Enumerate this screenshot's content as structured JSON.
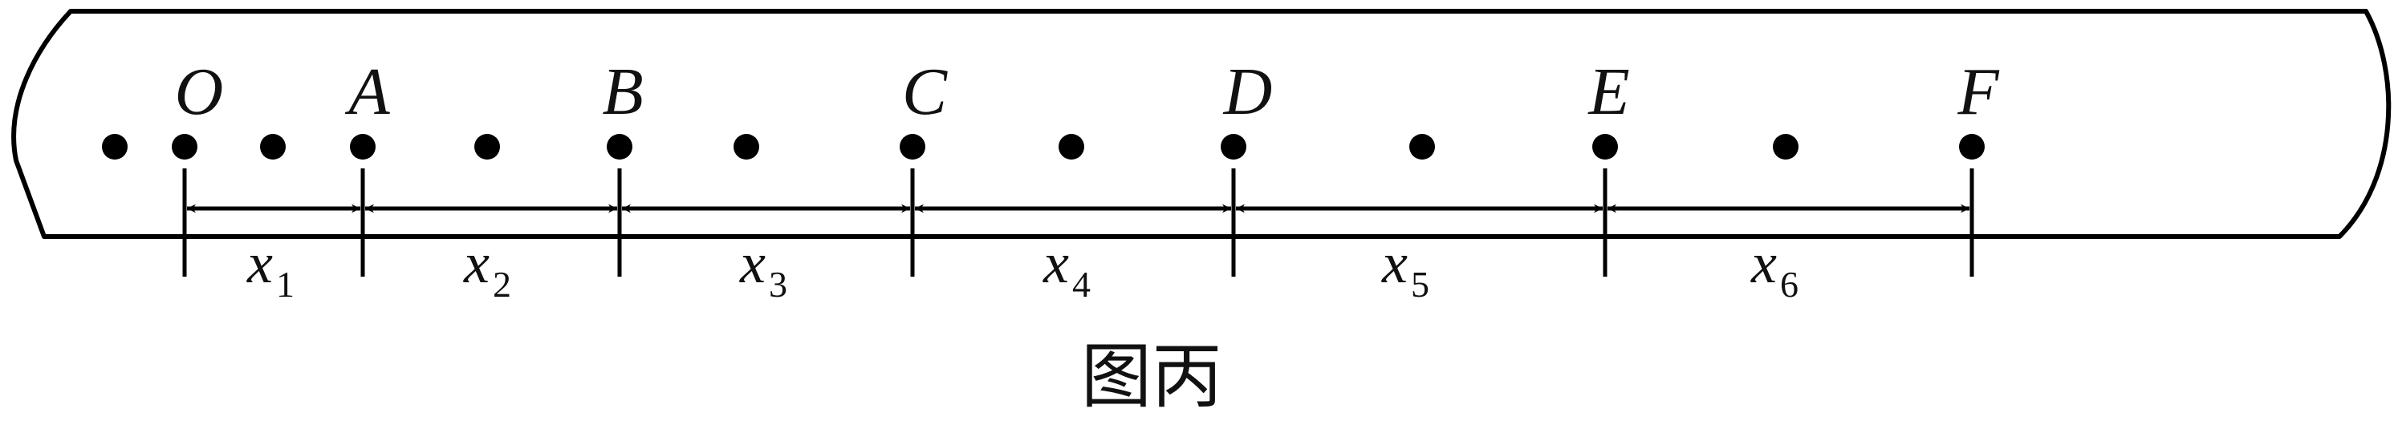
{
  "caption": "图丙",
  "labeled_points": [
    {
      "label": "O"
    },
    {
      "label": "A"
    },
    {
      "label": "B"
    },
    {
      "label": "C"
    },
    {
      "label": "D"
    },
    {
      "label": "E"
    },
    {
      "label": "F"
    }
  ],
  "segments": [
    {
      "var": "x",
      "sub": "1"
    },
    {
      "var": "x",
      "sub": "2"
    },
    {
      "var": "x",
      "sub": "3"
    },
    {
      "var": "x",
      "sub": "4"
    },
    {
      "var": "x",
      "sub": "5"
    },
    {
      "var": "x",
      "sub": "6"
    }
  ]
}
